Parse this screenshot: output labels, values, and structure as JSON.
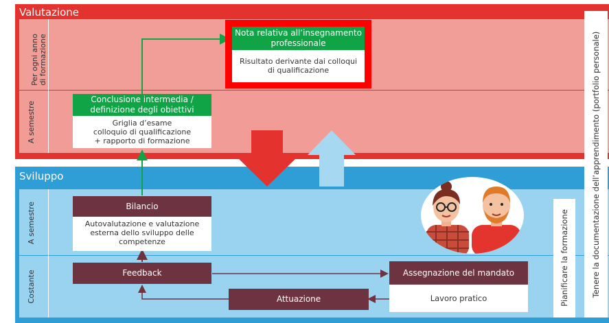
{
  "sections": {
    "evaluation": {
      "title": "Valutazione"
    },
    "development": {
      "title": "Sviluppo"
    }
  },
  "row_labels": {
    "eval_row1": [
      "Per ogni anno",
      "di formazione"
    ],
    "eval_row2": "A   semestre",
    "dev_row1": "A   semestre",
    "dev_row2": "Costante"
  },
  "boxes": {
    "nota": {
      "header": "Nota relativa all’insegnamento professionale",
      "body": "Risultato derivante dai colloqui di qualificazione"
    },
    "conclusione": {
      "header": "Conclusione intermedia / definizione degli obiettivi",
      "body_lines": [
        "Griglia d’esame",
        "colloquio di qualificazione",
        "+ rapporto di formazione"
      ]
    },
    "bilancio": {
      "header": "Bilancio",
      "body": "Autovalutazione e valutazione esterna dello sviluppo delle competenze"
    },
    "feedback": {
      "header": "Feedback"
    },
    "assegnazione": {
      "header": "Assegnazione del mandato",
      "body": "Lavoro pratico"
    },
    "attuazione": {
      "header": "Attuazione"
    }
  },
  "side_panels": {
    "pianificare": "Pianificare la formazione",
    "tenere": "Tenere la documentazione dell’apprendimento (portfolio personale)"
  },
  "colors": {
    "eval_red": "#e4332f",
    "eval_light": "#f19d98",
    "dev_blue": "#2f9ed6",
    "dev_light": "#99d3f0",
    "green": "#11a447",
    "maroon": "#6d3340",
    "highlight_red": "#ff0000",
    "arrow_down": "#e4332f",
    "arrow_up": "#a7d8f2"
  },
  "icons": {
    "down_arrow": "big-down-arrow-icon",
    "up_arrow": "big-up-arrow-icon",
    "people": "two-people-illustration"
  }
}
